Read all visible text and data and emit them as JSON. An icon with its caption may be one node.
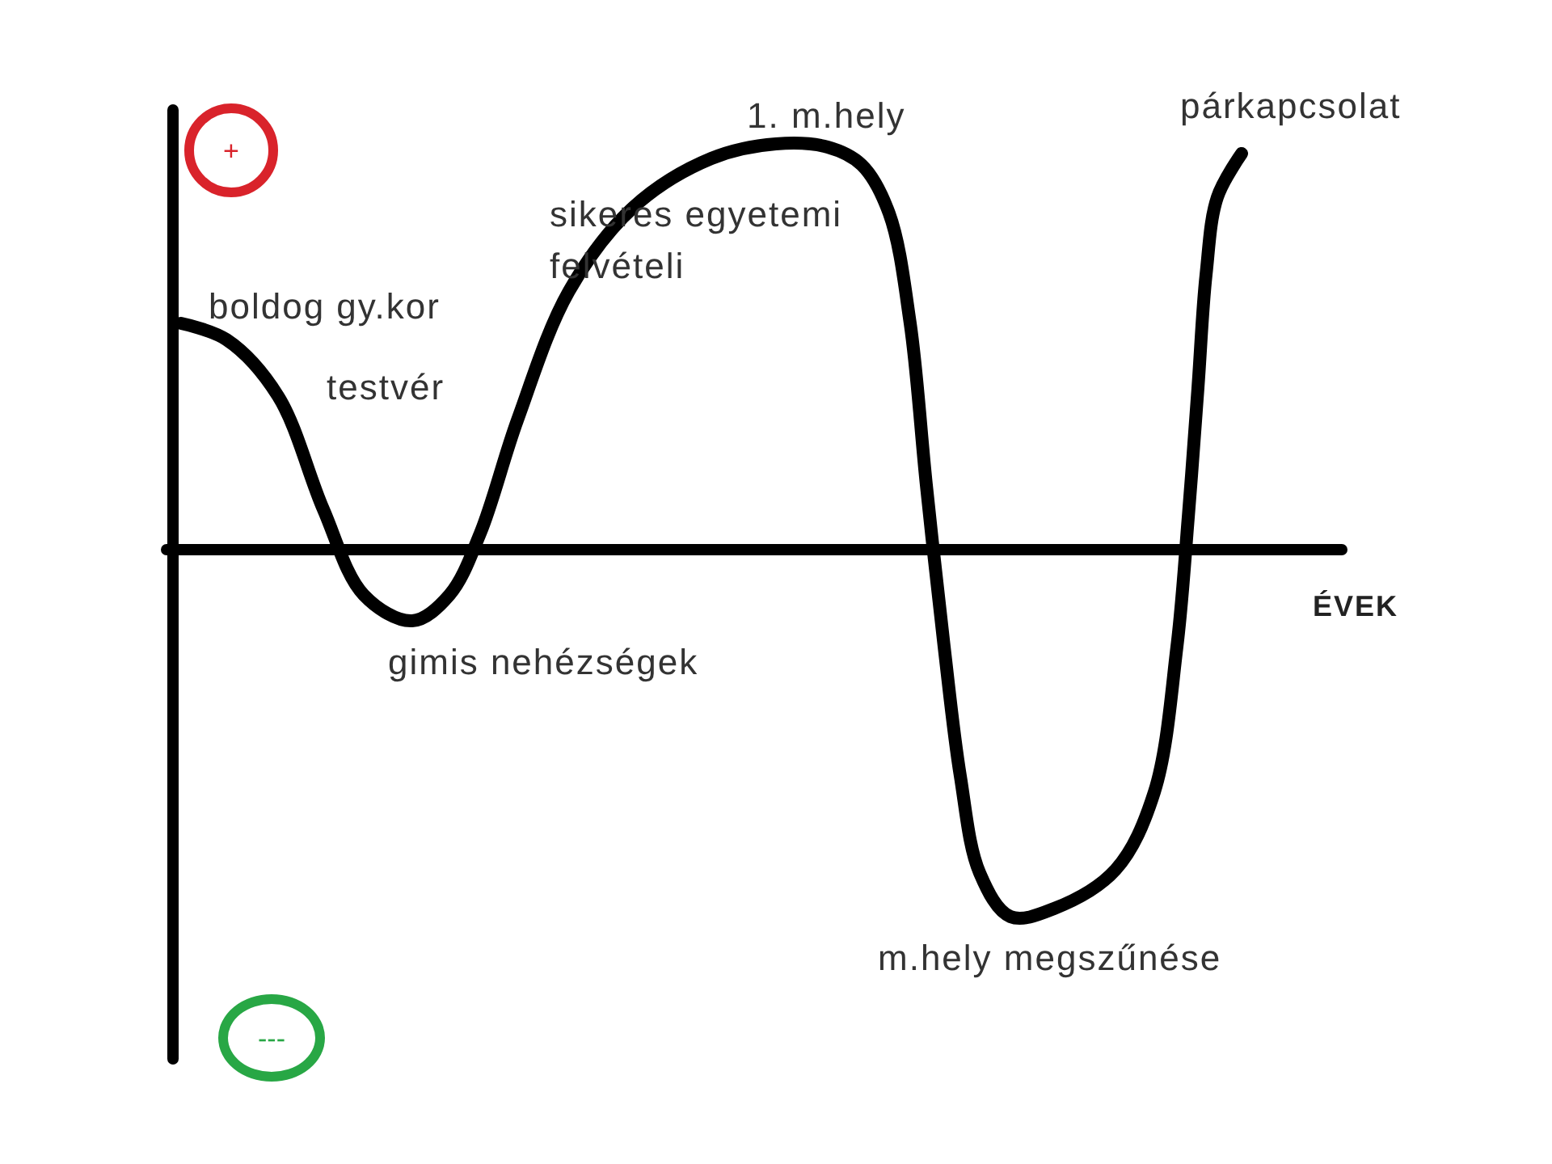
{
  "diagram": {
    "nodes": [
      {
        "text": [
          "+"
        ]
      },
      {
        "text": [
          "---"
        ]
      }
    ],
    "labels": [
      "párkapcsolat",
      "1. m.hely",
      "sikeres egyetemi felvételi",
      "boldog gy.kor",
      "testvér",
      "ÉVEK",
      "gimis nehézségek",
      "m.hely megszűnése"
    ]
  }
}
